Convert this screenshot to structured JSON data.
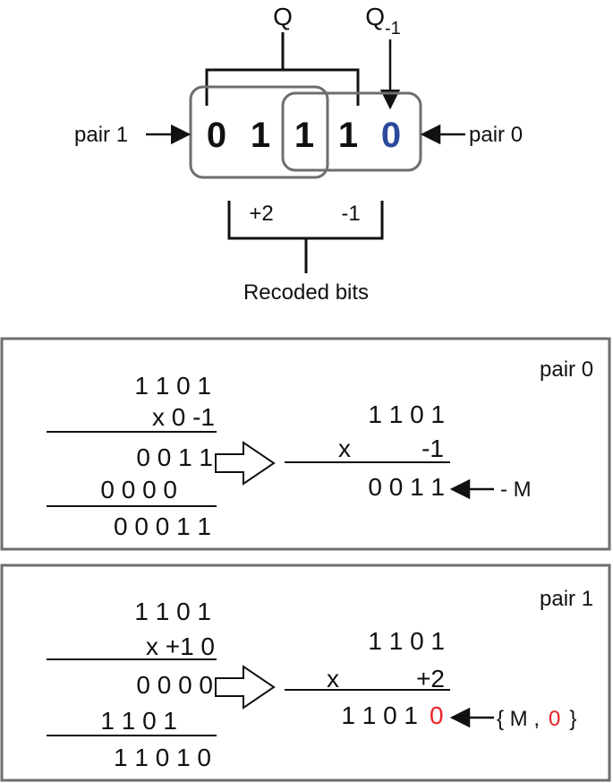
{
  "top": {
    "q_label": "Q",
    "qm1_label": "Q",
    "qm1_sub": "-1",
    "bits": [
      "0",
      "1",
      "1",
      "1",
      "0"
    ],
    "pair1_label": "pair 1",
    "pair0_label": "pair 0",
    "recoded_plus2": "+2",
    "recoded_minus1": "-1",
    "recoded_label": "Recoded bits"
  },
  "panel0": {
    "title": "pair 0",
    "left": {
      "multiplicand": "1 1 0 1",
      "multiplier": "x     0 -1",
      "pp1": "0 0 1 1",
      "pp2": "0 0 0 0",
      "result": "0 0 0 1 1"
    },
    "right": {
      "multiplicand": "1 1 0 1",
      "x": "x",
      "digit": "-1",
      "result": "0 0 1 1",
      "note": "- M"
    }
  },
  "panel1": {
    "title": "pair 1",
    "left": {
      "multiplicand": "1 1 0 1",
      "multiplier": "x     +1 0",
      "pp1": "0 0 0 0",
      "pp2": "1 1 0 1",
      "result": "1 1 0 1 0"
    },
    "right": {
      "multiplicand": "1 1 0 1",
      "x": "x",
      "digit": "+2",
      "result_main": "1 1 0 1",
      "result_last": "0",
      "note_open": "{ M ,",
      "note_zero": "0",
      "note_close": "}"
    }
  },
  "colors": {
    "stroke": "#111111",
    "box": "#6e6e6e",
    "blue": "#2a4a9c",
    "red": "#e8242a"
  }
}
